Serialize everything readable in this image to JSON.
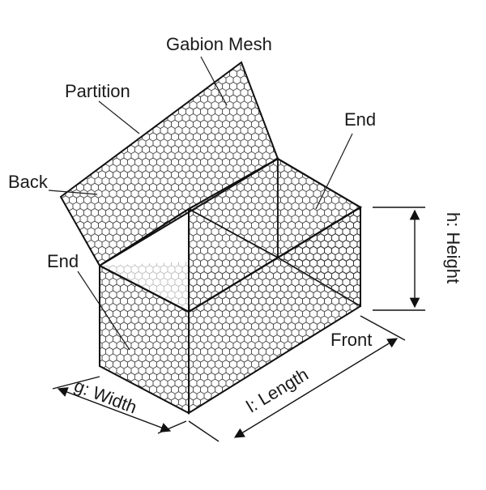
{
  "labels": {
    "gabion_mesh": "Gabion Mesh",
    "partition": "Partition",
    "end_right": "End",
    "back": "Back",
    "end_left": "End",
    "height": "h: Height",
    "front": "Front",
    "length": "l: Length",
    "width": "g: Width"
  },
  "colors": {
    "mesh": "#2a2a2a",
    "edge": "#111111",
    "leader": "#1a1a1a",
    "background": "#ffffff"
  }
}
